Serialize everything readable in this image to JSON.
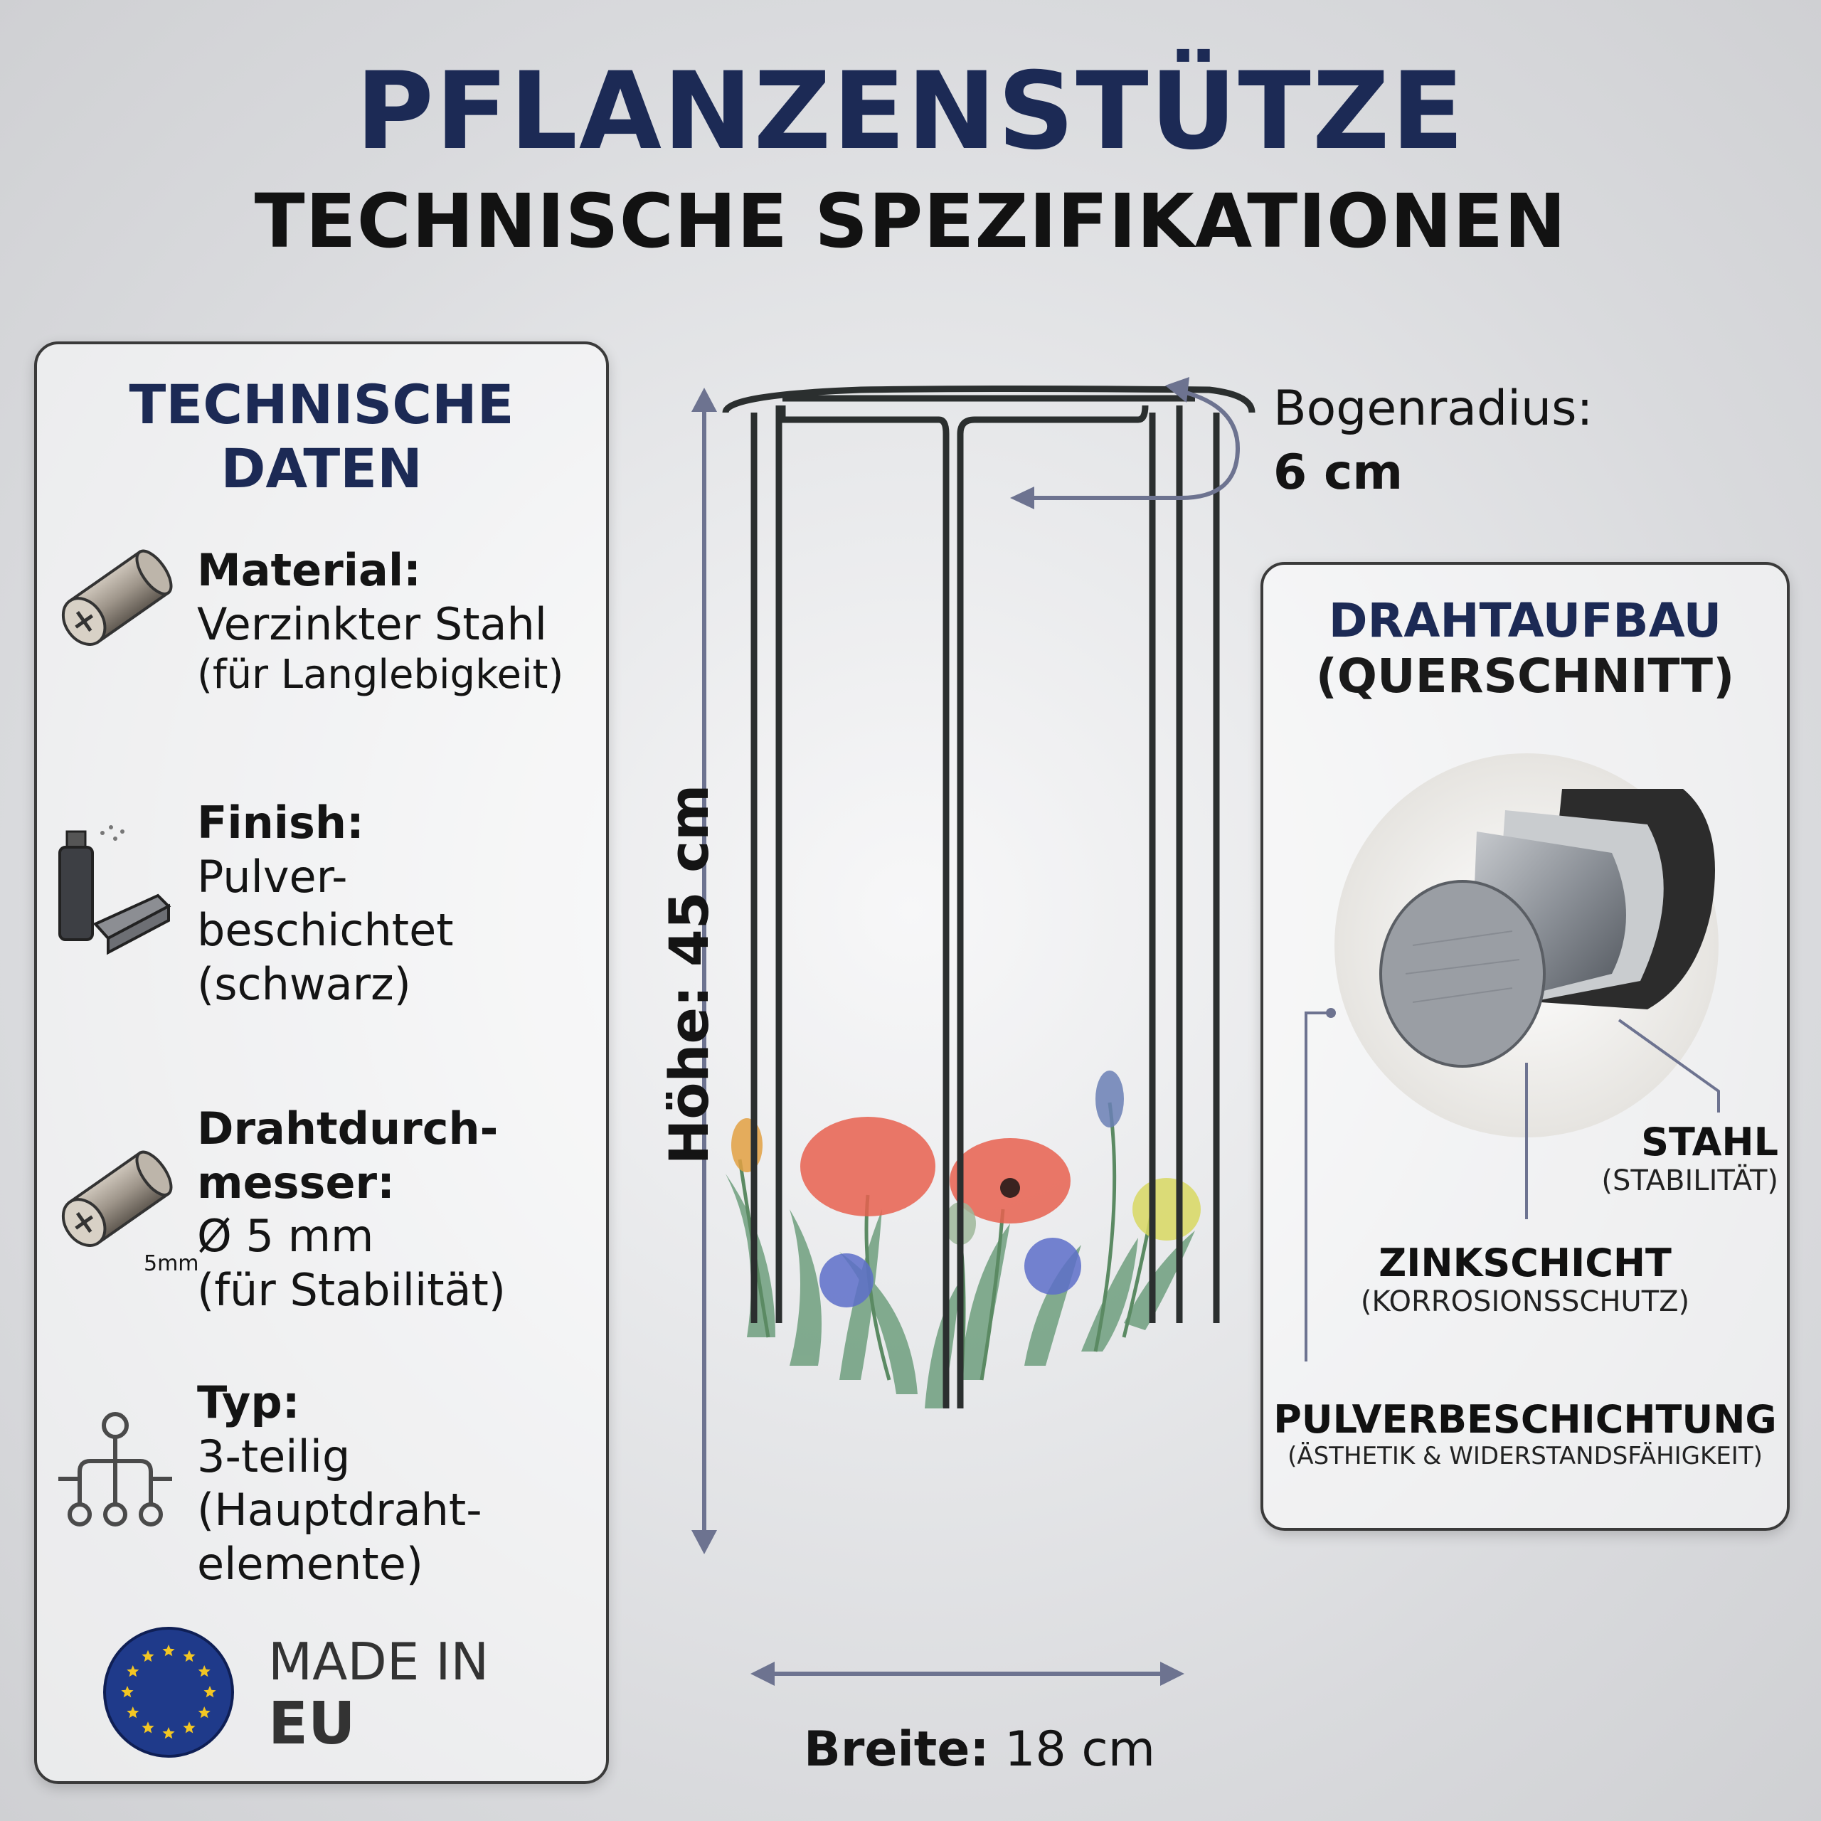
{
  "header": {
    "title": "PFLANZENSTÜTZE",
    "subtitle": "TECHNISCHE SPEZIFIKATIONEN"
  },
  "technical_data": {
    "heading_line1": "TECHNISCHE",
    "heading_line2": "DATEN",
    "material": {
      "label": "Material:",
      "value_line1": "Verzinkter Stahl",
      "value_line2": "(für Langlebigkeit)",
      "icon": "steel-tube-icon"
    },
    "finish": {
      "label": "Finish:",
      "value_line1": "Pulver-",
      "value_line2": "beschichtet",
      "value_line3": "(schwarz)",
      "icon": "spray-can-icon"
    },
    "wire_diameter": {
      "label_line1": "Drahtdurch-",
      "label_line2": "messer:",
      "value_line1": "Ø 5 mm",
      "value_line2": "(für Stabilität)",
      "icon_caption": "5mm",
      "icon": "wire-cross-section-icon"
    },
    "type": {
      "label": "Typ:",
      "value_line1": "3-teilig",
      "value_line2": "(Hauptdraht-",
      "value_line3": "elemente)",
      "icon": "three-prong-icon"
    },
    "made_in": {
      "line1": "MADE IN",
      "line2": "EU",
      "icon": "eu-flag-icon"
    }
  },
  "dimensions": {
    "height_label": "Höhe: 45 cm",
    "width_label_bold": "Breite:",
    "width_value": "18 cm",
    "radius_label": "Bogenradius:",
    "radius_value": "6 cm"
  },
  "wire_structure": {
    "heading_line1": "DRAHTAUFBAU",
    "heading_line2": "(QUERSCHNITT)",
    "layers": [
      {
        "name": "STAHL",
        "desc": "(STABILITÄT)"
      },
      {
        "name": "ZINKSCHICHT",
        "desc": "(KORROSIONSSCHUTZ)"
      },
      {
        "name": "PULVERBESCHICHTUNG",
        "desc": "(ÄSTHETIK & WIDERSTANDSFÄHIGKEIT)"
      }
    ]
  },
  "colors": {
    "title": "#1c2a55",
    "accent_arrow": "#6d7390",
    "eu_blue": "#1f3a8a",
    "eu_star": "#f3c623"
  }
}
